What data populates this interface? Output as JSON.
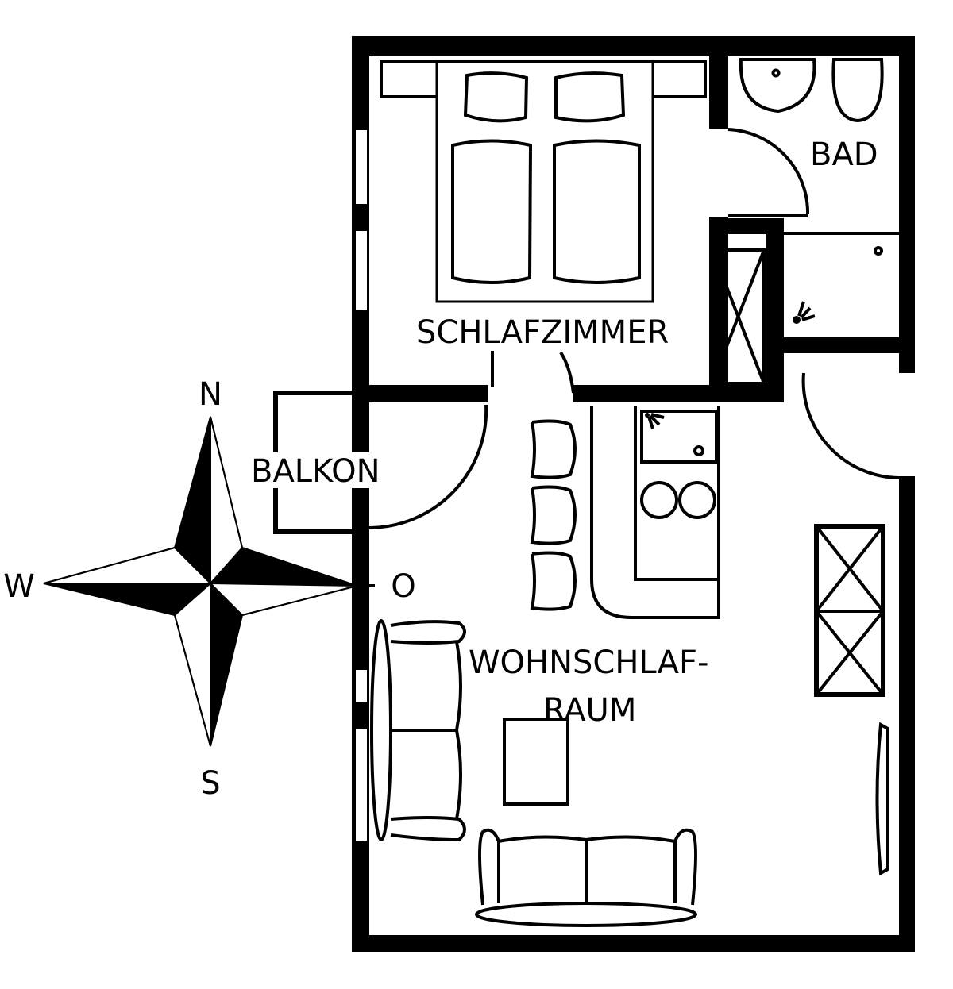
{
  "rooms": {
    "bedroom": "SCHLAFZIMMER",
    "bathroom": "BAD",
    "balcony": "BALKON",
    "living_line1": "WOHNSCHLAF-",
    "living_line2": "RAUM"
  },
  "compass": {
    "north": "N",
    "south": "S",
    "west": "W",
    "east": "O"
  },
  "colors": {
    "ink": "#000000",
    "background": "#ffffff"
  }
}
